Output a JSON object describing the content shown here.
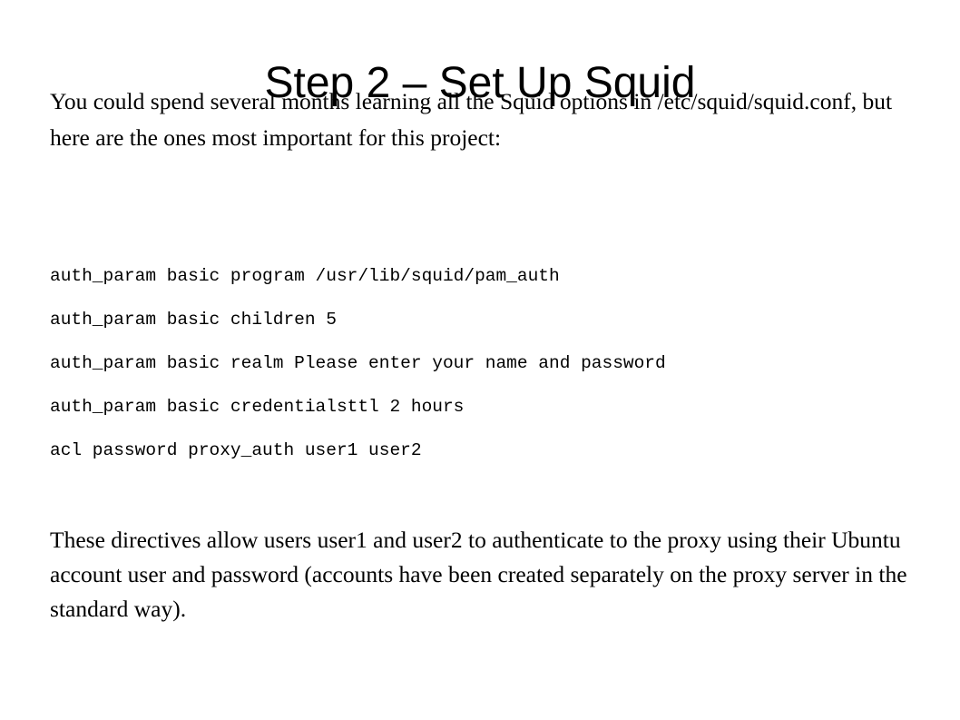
{
  "slide": {
    "title": "Step 2 – Set Up Squid",
    "intro": "You could spend several months learning all the Squid options in /etc/squid/squid.conf, but here are the ones most important for this project:",
    "code_lines": [
      "auth_param basic program /usr/lib/squid/pam_auth",
      "auth_param basic children 5",
      "auth_param basic realm Please enter your name and password",
      "auth_param basic credentialsttl 2 hours",
      "acl password proxy_auth user1 user2"
    ],
    "outro": "These directives allow users user1 and user2 to authenticate to the proxy using their Ubuntu account user and password (accounts have been created separately on the proxy server in the standard way)."
  }
}
